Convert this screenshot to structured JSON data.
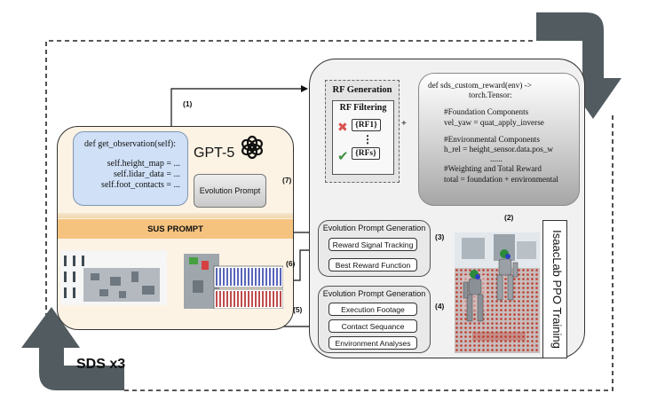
{
  "left_panel": {
    "code_lines": {
      "function_def": "def get_observation(self):",
      "height": "self.height_map = ...",
      "lidar": "self.lidar_data = ...",
      "foot": "self.foot_contacts = ..."
    },
    "model_label": "GPT-5",
    "evolution_prompt_label": "Evolution Prompt",
    "sus_prompt_label": "SUS PROMPT"
  },
  "rf_generation": {
    "title": "RF Generation",
    "filtering_title": "RF Filtering",
    "rejected_item": "{RF1}",
    "accepted_item": "{RFs}",
    "ellipsis": "⋮"
  },
  "reward_code": {
    "lines": [
      "def sds_custom_reward(env) ->",
      "torch.Tensor:",
      "",
      "#Foundation Components",
      "vel_yaw = quat_apply_inverse",
      "",
      "#Environmental Components",
      "h_rel = height_sensor.data.pos_w",
      "......",
      "#Weighting and Total Reward",
      "total = foundation + environmental"
    ]
  },
  "epg_top": {
    "title": "Evolution Prompt Generation",
    "items": [
      "Reward Signal Tracking",
      "Best Reward Function"
    ]
  },
  "epg_bottom": {
    "title": "Evolution Prompt Generation",
    "items": [
      "Execution Footage",
      "Contact Sequance",
      "Environment Analyses"
    ]
  },
  "training_label": "IsaacLab PPO Training",
  "loop_label": "SDS x3",
  "steps": [
    "(1)",
    "(2)",
    "(3)",
    "(4)",
    "(5)",
    "(6)",
    "(7)"
  ],
  "colors": {
    "left_panel_bg": "#fcf3e4",
    "sus_bar": "#f6c37f",
    "code_bg": "#cfe0f7",
    "loop_arrow": "#505a5e",
    "reject_red": "#d9534f",
    "accept_green": "#3e8e3e"
  }
}
